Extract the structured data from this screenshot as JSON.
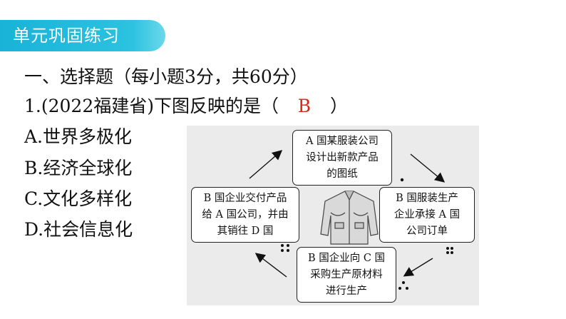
{
  "banner": {
    "title": "单元巩固练习"
  },
  "section": {
    "heading": "一、选择题（每小题3分，共60分）"
  },
  "question": {
    "stem_prefix": "1.(2022福建省)下图反映的是（",
    "answer": "B",
    "stem_suffix": "）"
  },
  "options": [
    {
      "text": "A.世界多极化"
    },
    {
      "text": "B.经济全球化"
    },
    {
      "text": "C.文化多样化"
    },
    {
      "text": "D.社会信息化"
    }
  ],
  "diagram": {
    "top": [
      "A 国某服装公司",
      "设计出新款产品",
      "的图纸"
    ],
    "right": [
      "B 国服装生产",
      "企业承接 A 国",
      "公司订单"
    ],
    "bottom": [
      "B 国企业向 C 国",
      "采购生产原材料",
      "进行生产"
    ],
    "left": [
      "B 国企业交付产品",
      "给 A 国公司，并由",
      "其销往 D 国"
    ],
    "center_icon": "jacket-icon"
  },
  "colors": {
    "banner": "#19b3d8",
    "answer": "#d9261c"
  }
}
